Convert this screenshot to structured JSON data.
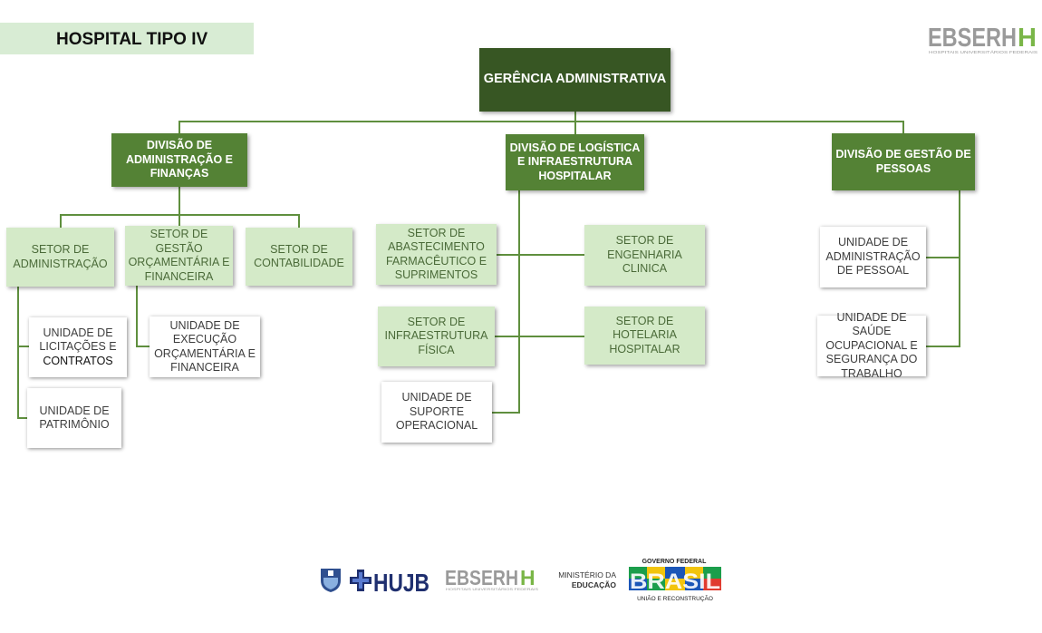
{
  "title": "HOSPITAL TIPO IV",
  "logo_top": {
    "name": "EBSERH",
    "sub": "HOSPITAIS UNIVERSITÁRIOS FEDERAIS"
  },
  "org": {
    "root": "GERÊNCIA ADMINISTRATIVA",
    "div_adm": "DIVISÃO DE ADMINISTRAÇÃO E FINANÇAS",
    "div_log": "DIVISÃO DE LOGÍSTICA E INFRAESTRUTURA HOSPITALAR",
    "div_gp": "DIVISÃO DE GESTÃO DE PESSOAS",
    "setor_adm": "SETOR DE ADMINISTRAÇÃO",
    "setor_goe": "SETOR DE  GESTÃO ORÇAMENTÁRIA E FINANCEIRA",
    "setor_cont": "SETOR DE CONTABILIDADE",
    "setor_abast": "SETOR DE ABASTECIMENTO FARMACÊUTICO E SUPRIMENTOS",
    "setor_eng": "SETOR DE ENGENHARIA CLINICA",
    "setor_infra": "SETOR DE INFRAESTRUTURA FÍSICA",
    "setor_hot": "SETOR DE HOTELARIA HOSPITALAR",
    "un_lic": "UNIDADE DE LICITAÇÕES E",
    "un_lic_2": "CONTRATOS",
    "un_pat": "UNIDADE DE PATRIMÔNIO",
    "un_exec": "UNIDADE DE EXECUÇÃO ORÇAMENTÁRIA  E FINANCEIRA",
    "un_sup": "UNIDADE DE SUPORTE OPERACIONAL",
    "un_adm_pes": "UNIDADE DE ADMINISTRAÇÃO DE PESSOAL",
    "un_saude": "UNIDADE DE SAÚDE OCUPACIONAL  E SEGURANÇA DO TRABALHO"
  },
  "footer": {
    "hujb": "HUJB",
    "ebserh": "EBSERH",
    "ebserh_sub": "HOSPITAIS UNIVERSITÁRIOS FEDERAIS",
    "ministerio_1": "MINISTÉRIO DA",
    "ministerio_2": "EDUCAÇÃO",
    "gov_top": "GOVERNO FEDERAL",
    "brasil": "BRASIL",
    "gov_bottom": "UNIÃO E RECONSTRUÇÃO"
  },
  "colors": {
    "dark_green": "#375623",
    "mid_green": "#548235",
    "light_green": "#d4eac8",
    "line": "#5f8f3e"
  }
}
